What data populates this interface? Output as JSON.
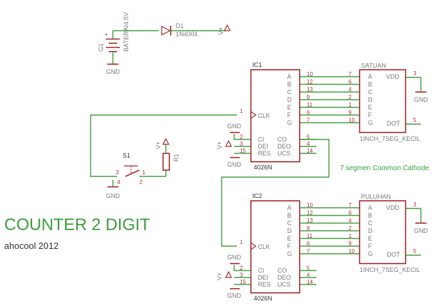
{
  "title": "COUNTER 2 DIGIT",
  "author": "ahocool 2012",
  "note": "7 segmen Common Cathode",
  "power": {
    "battery_ref": "G1",
    "battery_value": "BATERAI4.5V",
    "diode_ref": "D1",
    "diode_value": "1N4004",
    "vplus": "V+",
    "gnd": "GND",
    "plus_sign": "+"
  },
  "switch": {
    "ref": "S1",
    "pins": [
      "3",
      "1",
      "4",
      "2"
    ]
  },
  "resistor": {
    "ref": "R1",
    "vplus": "V+"
  },
  "ic1": {
    "ref": "IC1",
    "part": "4026N",
    "right_pins": [
      "A",
      "B",
      "C",
      "D",
      "E",
      "F",
      "G"
    ],
    "right_nums": [
      "10",
      "12",
      "13",
      "9",
      "11",
      "6",
      "7"
    ],
    "clk": "CLK",
    "clk_num": "1",
    "left_lower": [
      "CI",
      "DEI",
      "RES"
    ],
    "left_lower_nums": [
      "2",
      "3",
      "15"
    ],
    "right_lower": [
      "CO",
      "DEO",
      "UCS"
    ],
    "right_lower_nums": [
      "5",
      "4",
      "14"
    ]
  },
  "ic2": {
    "ref": "IC2",
    "part": "4026N",
    "right_pins": [
      "A",
      "B",
      "C",
      "D",
      "E",
      "F",
      "G"
    ],
    "right_nums": [
      "10",
      "12",
      "13",
      "9",
      "11",
      "6",
      "7"
    ],
    "clk": "CLK",
    "clk_num": "1",
    "left_lower": [
      "CI",
      "DEI",
      "RES"
    ],
    "left_lower_nums": [
      "2",
      "3",
      "15"
    ],
    "right_lower": [
      "CO",
      "DEO",
      "UCS"
    ],
    "right_lower_nums": [
      "5",
      "4",
      "14"
    ]
  },
  "disp1": {
    "name": "SATUAN",
    "part": "1INCH_7SEG_KECIL",
    "pins": [
      "A",
      "B",
      "C",
      "D",
      "E",
      "F",
      "G"
    ],
    "nums": [
      "7",
      "6",
      "4",
      "2",
      "1",
      "9",
      "10"
    ],
    "vdd": "VDD",
    "vdd_num": "3",
    "dot": "DOT",
    "dot_num": "5",
    "gnd": "GND"
  },
  "disp2": {
    "name": "PULUHAN",
    "part": "1INCH_7SEG_KECIL",
    "pins": [
      "A",
      "B",
      "C",
      "D",
      "E",
      "F",
      "G"
    ],
    "nums": [
      "7",
      "6",
      "4",
      "2",
      "1",
      "9",
      "10"
    ],
    "vdd": "VDD",
    "vdd_num": "3",
    "dot": "DOT",
    "dot_num": "5",
    "gnd": "GND"
  },
  "colors": {
    "wire": "#1e8c1e",
    "symbol": "#a52a2a",
    "text": "#7a7a7a",
    "title": "#3c9c3c"
  }
}
